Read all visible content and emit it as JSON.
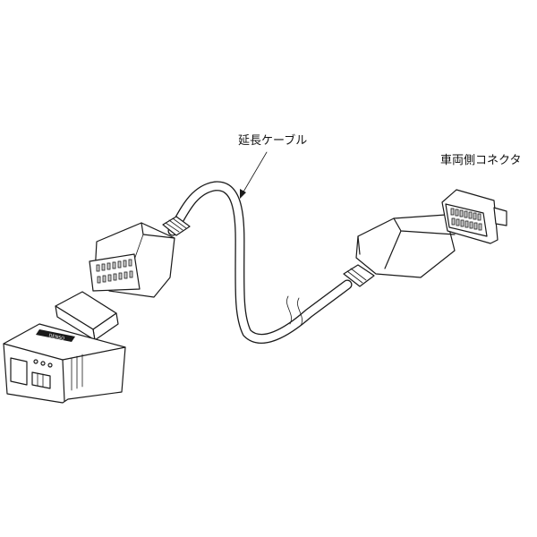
{
  "labels": {
    "extension_cable": "延長ケーブル",
    "vehicle_connector": "車両側コネクタ"
  },
  "device": {
    "brand_mark": "DENSO"
  }
}
